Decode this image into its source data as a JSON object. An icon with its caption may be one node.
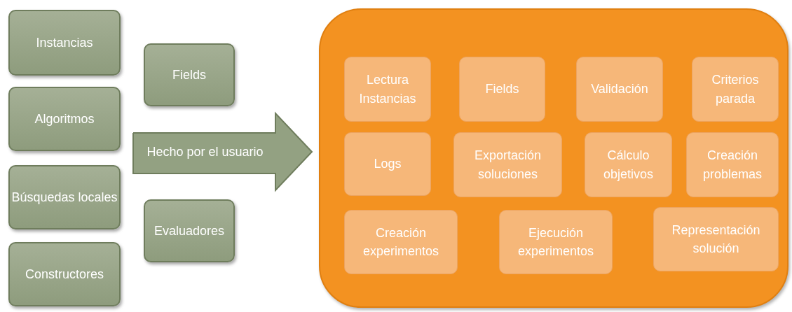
{
  "diagram": {
    "nodes": [
      {
        "text": [
          "Instancias"
        ]
      },
      {
        "text": [
          "Algoritmos"
        ]
      },
      {
        "text": [
          "Búsquedas locales"
        ]
      },
      {
        "text": [
          "Constructores"
        ]
      },
      {
        "text": [
          "Fields"
        ]
      },
      {
        "text": [
          "Hecho por el usuario"
        ]
      },
      {
        "text": [
          "Evaluadores"
        ]
      },
      {
        "text": [],
        "shape": "box"
      },
      {
        "text": [
          "Lectura Instancias"
        ],
        "in": 7
      },
      {
        "text": [
          "Fields"
        ],
        "in": 7
      },
      {
        "text": [
          "Validación"
        ],
        "in": 7
      },
      {
        "text": [
          "Criterios parada"
        ],
        "in": 7
      },
      {
        "text": [
          "Logs"
        ],
        "in": 7
      },
      {
        "text": [
          "Exportación soluciones"
        ],
        "in": 7
      },
      {
        "text": [
          "Cálculo objetivos"
        ],
        "in": 7
      },
      {
        "text": [
          "Creación problemas"
        ],
        "in": 7
      },
      {
        "text": [
          "Creación experimentos"
        ],
        "in": 7
      },
      {
        "text": [
          "Ejecución experimentos"
        ],
        "in": 7
      },
      {
        "text": [
          "Representación solución"
        ],
        "in": 7
      }
    ],
    "edges": []
  }
}
